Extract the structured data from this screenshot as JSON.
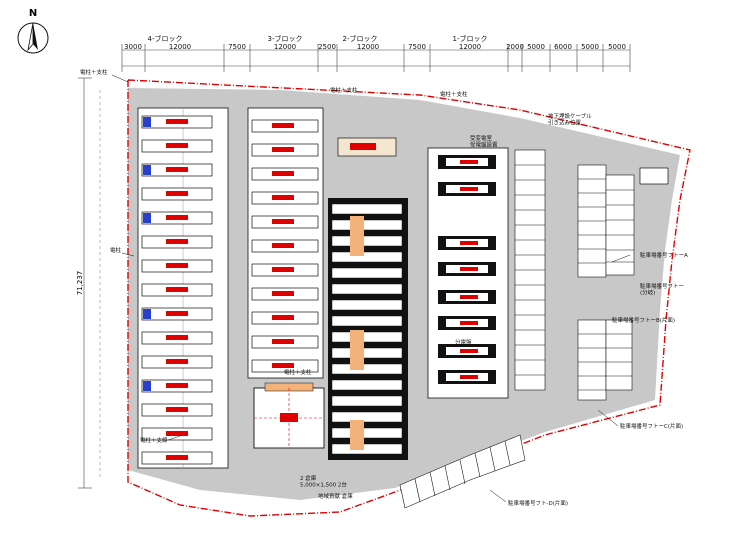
{
  "north_label": "N",
  "blocks": [
    {
      "name": "4-ブロック",
      "width": "12000"
    },
    {
      "name": "3-ブロック",
      "width": "12000"
    },
    {
      "name": "2-ブロック",
      "width": "12000"
    },
    {
      "name": "1-ブロック",
      "width": "12000"
    }
  ],
  "dims": [
    "3000",
    "7500",
    "2500",
    "7500",
    "2000",
    "5000",
    "6000",
    "5000",
    "5000"
  ],
  "overall_dim": "71,237",
  "labels": {
    "pole_support_top": "電柱＋支柱",
    "pole_support_top2": "電柱＋支柱",
    "pole_left": "電柱",
    "pole_mid": "電柱＋支柱",
    "pole_bottom": "電柱＋支線",
    "ground_cable": "地下埋設ケーブル\n引き込み位置",
    "power_room": "受変電室\n受電盤設置",
    "distribution": "分電盤",
    "storage": "2 倉庫\n5,000×1,500 2台",
    "bottom_note": "地域貢献 倉庫",
    "parking_a": "駐車場番号フトーA",
    "parking_b": "駐車場番号フトー\n(分岐)",
    "parking_c": "駐車場番号フトーB(片面)",
    "parking_d": "駐車場番号フトーC(片面)",
    "parking_e": "駐車場番号フト-D(片面)"
  },
  "colors": {
    "boundary": "#e00000",
    "road": "#c8c8c8",
    "bus_body": "#ffffff",
    "bus_label": "#e00000",
    "accent_blue": "#2a3fd0",
    "accent_orange": "#f2b27a",
    "line": "#111111"
  }
}
